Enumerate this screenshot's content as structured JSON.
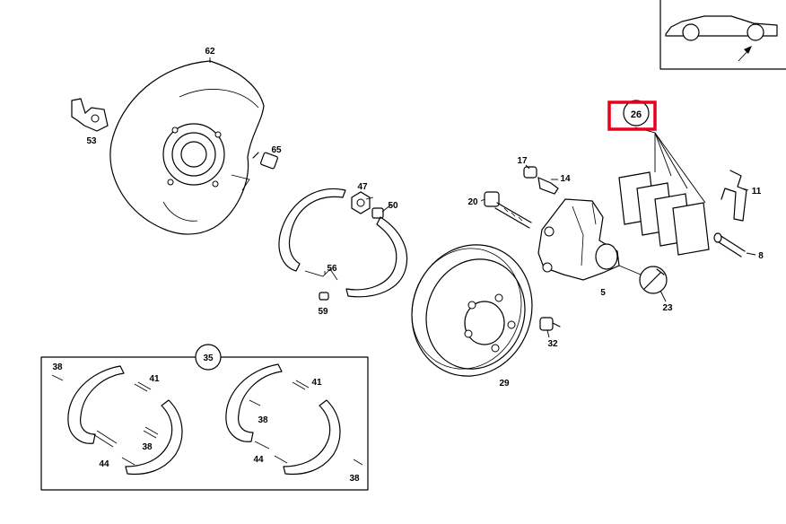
{
  "highlight_color": "#e8001c",
  "labels": {
    "p62": "62",
    "p53": "53",
    "p65": "65",
    "p47": "47",
    "p50": "50",
    "p56": "56",
    "p59": "59",
    "p26": "26",
    "p17": "17",
    "p14": "14",
    "p20": "20",
    "p11": "11",
    "p8": "8",
    "p5": "5",
    "p23": "23",
    "p32": "32",
    "p29": "29",
    "p35": "35",
    "p38a": "38",
    "p41a": "41",
    "p38b": "38",
    "p44a": "44",
    "p41b": "41",
    "p38c": "38",
    "p44b": "44",
    "p38d": "38"
  },
  "icons": [
    "car-locator-icon",
    "locator-arrow-icon"
  ]
}
